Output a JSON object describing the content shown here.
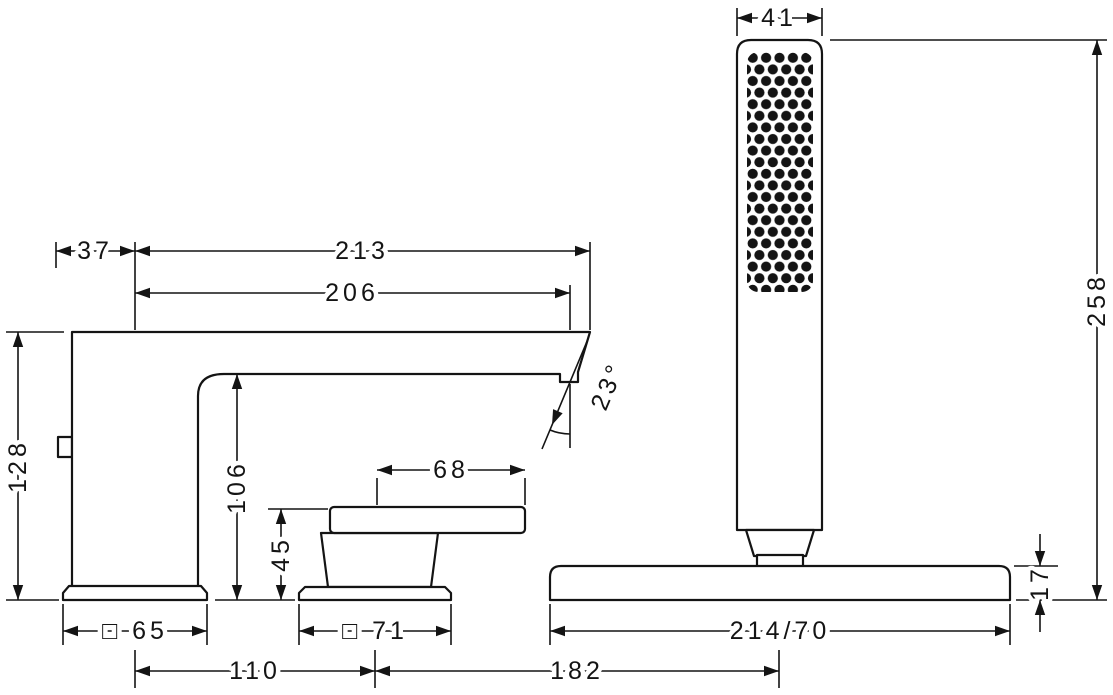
{
  "drawing": {
    "type": "technical-dimension-drawing",
    "subject": "3-hole rim-mounted bath mixer with hand shower",
    "colors": {
      "ink": "#141414",
      "background": "#ffffff"
    },
    "labels": {
      "handshower_width": "41",
      "total_height": "258",
      "plate_thickness": "17",
      "spout_projection": "213",
      "spout_projection_inner": "206",
      "spout_offset": "37",
      "spout_height": "128",
      "spout_clearance": "106",
      "handle_length": "68",
      "handle_height": "45",
      "spout_base": "□ 65",
      "handle_base": "□ 71",
      "plate_size": "214/70",
      "spacing_spout_handle": "110",
      "spacing_handle_shower": "182",
      "spray_angle": "23°"
    }
  }
}
